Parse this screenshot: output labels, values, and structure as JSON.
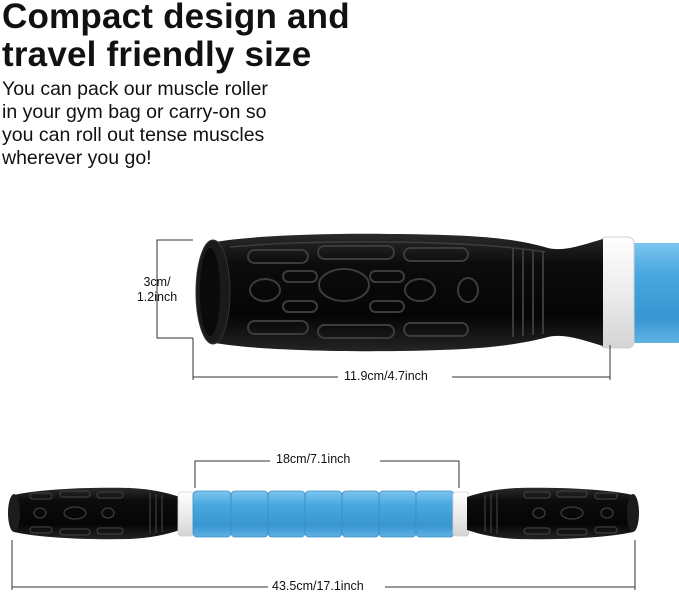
{
  "heading": {
    "line1": "Compact design and",
    "line2": "travel friendly size"
  },
  "description": {
    "line1": "You can pack our muscle roller",
    "line2": "in your gym bag or carry-on so",
    "line3": "you can roll out tense muscles",
    "line4": "wherever you go!"
  },
  "dimensions": {
    "handle_diameter_line1": "3cm/",
    "handle_diameter_line2": "1.2inch",
    "handle_length": "11.9cm/4.7inch",
    "roller_length": "18cm/7.1inch",
    "total_length": "43.5cm/17.1inch"
  },
  "colors": {
    "handle": "#141414",
    "roller_blue": "#4aa8e0",
    "ring_white": "#f0f0f0",
    "text": "#111111"
  }
}
